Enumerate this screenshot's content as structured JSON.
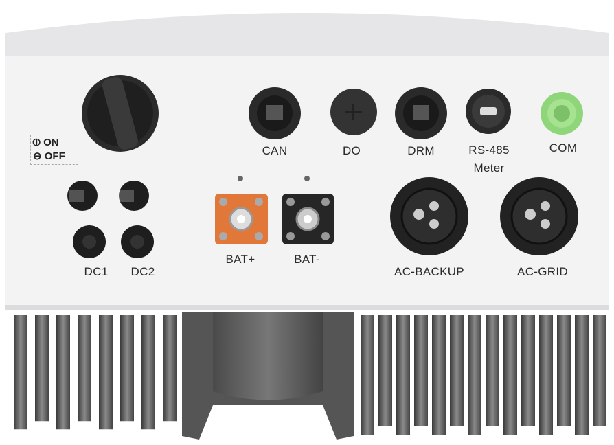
{
  "switch": {
    "on_label": "ON",
    "off_label": "OFF"
  },
  "ports": {
    "dc1": "DC1",
    "dc2": "DC2",
    "bat_plus": "BAT+",
    "bat_minus": "BAT-",
    "can": "CAN",
    "do": "DO",
    "drm": "DRM",
    "rs485": "RS-485",
    "meter": "Meter",
    "com": "COM",
    "ac_backup": "AC-BACKUP",
    "ac_grid": "AC-GRID"
  },
  "colors": {
    "panel": "#f3f3f4",
    "cap": "#e8e8ea",
    "bat_plus": "#e2773a",
    "com": "#8fd67a",
    "connector": "#2a2a2a",
    "fin": "#555555"
  }
}
